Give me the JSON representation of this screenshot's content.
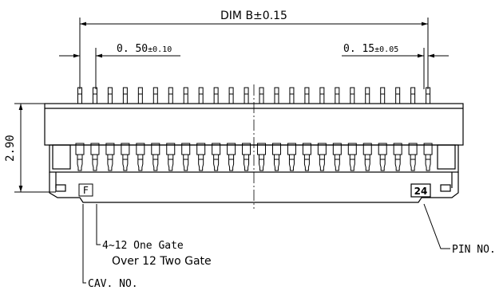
{
  "dimensions": {
    "overall_width": "DIM B±0.15",
    "pitch_value": "0. 50",
    "pitch_tolerance": "±0.10",
    "pin_width_value": "0. 15",
    "pin_width_tolerance": "±0.05",
    "height": "2.90"
  },
  "markers": {
    "first_pin_mark": "F",
    "last_pin_number": "24"
  },
  "callouts": {
    "gate_line1": "4~12 One Gate",
    "gate_line2": "Over 12 Two Gate",
    "pin_number": "PIN NO.",
    "cavity_number": "CAV. NO."
  }
}
